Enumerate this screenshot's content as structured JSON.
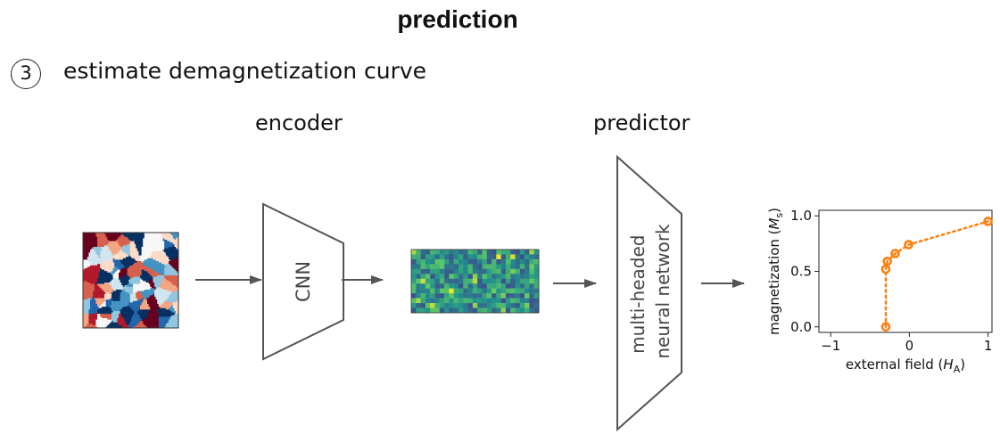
{
  "title": "prediction",
  "step": {
    "number": "3",
    "text": "estimate demagnetization curve"
  },
  "encoder": {
    "label": "encoder",
    "block_label": "CNN"
  },
  "predictor": {
    "label": "predictor",
    "block_label_line1": "multi-headed",
    "block_label_line2": "neural network"
  },
  "colors": {
    "stroke": "#555555",
    "arrow": "#555555",
    "series": "#ff7f0e"
  },
  "chart_data": {
    "type": "line",
    "title": "",
    "xlabel": "external field (H_A)",
    "ylabel": "magnetization (M_s)",
    "xlim": [
      -1.15,
      1.05
    ],
    "ylim": [
      -0.05,
      1.05
    ],
    "xticks": [
      -1,
      0,
      1
    ],
    "xtick_labels": [
      "−1",
      "0",
      "1"
    ],
    "yticks": [
      0.0,
      0.5,
      1.0
    ],
    "ytick_labels": [
      "0.0",
      "0.5",
      "1.0"
    ],
    "grid": false,
    "series": [
      {
        "x": [
          -0.3,
          -0.3,
          -0.28,
          -0.18,
          -0.01,
          1.0
        ],
        "y": [
          0.0,
          0.52,
          0.59,
          0.66,
          0.74,
          0.95
        ]
      }
    ]
  }
}
